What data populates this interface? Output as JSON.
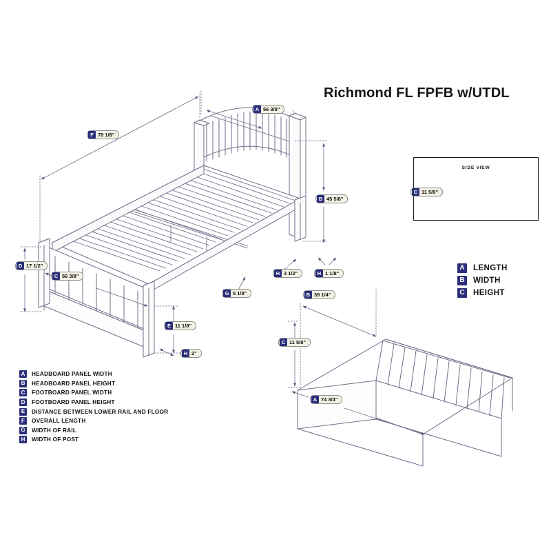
{
  "page": {
    "title": "Richmond FL FPFB w/UTDL",
    "background": "#ffffff",
    "accent": "#2b2f7a",
    "pill_bg": "#f3f1e4",
    "line_color": "#6b6f8a"
  },
  "side_view": {
    "label": "SIDE VIEW",
    "dimension": {
      "key": "C",
      "value": "11 5/8\""
    }
  },
  "main_bed_dimensions": [
    {
      "key": "F",
      "value": "78 1/8\"",
      "name": "overall-length"
    },
    {
      "key": "A",
      "value": "56 3/8\"",
      "name": "headboard-panel-width"
    },
    {
      "key": "B",
      "value": "45 5/8\"",
      "name": "headboard-panel-height"
    },
    {
      "key": "D",
      "value": "17 1/2\"",
      "name": "footboard-panel-height"
    },
    {
      "key": "C",
      "value": "56 3/8\"",
      "name": "footboard-panel-width"
    },
    {
      "key": "E",
      "value": "11 1/8\"",
      "name": "distance-lower-rail-floor"
    },
    {
      "key": "H",
      "value": "2\"",
      "name": "width-of-post-front"
    },
    {
      "key": "G",
      "value": "5 1/8\"",
      "name": "width-of-rail"
    },
    {
      "key": "H",
      "value": "3 1/2\"",
      "name": "width-of-post-rear"
    },
    {
      "key": "H",
      "value": "1 1/8\"",
      "name": "width-of-post-side"
    }
  ],
  "trundle_dimensions": [
    {
      "key": "B",
      "value": "39 1/4\"",
      "name": "trundle-width"
    },
    {
      "key": "C",
      "value": "11 5/8\"",
      "name": "trundle-height"
    },
    {
      "key": "A",
      "value": "74 3/4\"",
      "name": "trundle-length"
    }
  ],
  "legend": {
    "items": [
      {
        "key": "A",
        "label": "HEADBOARD PANEL WIDTH"
      },
      {
        "key": "B",
        "label": "HEADBOARD PANEL HEIGHT"
      },
      {
        "key": "C",
        "label": "FOOTBOARD PANEL WIDTH"
      },
      {
        "key": "D",
        "label": "FOOTBOARD PANEL HEIGHT"
      },
      {
        "key": "E",
        "label": "DISTANCE BETWEEN LOWER RAIL AND FLOOR"
      },
      {
        "key": "F",
        "label": "OVERALL LENGTH"
      },
      {
        "key": "G",
        "label": "WIDTH OF RAIL"
      },
      {
        "key": "H",
        "label": "WIDTH OF POST"
      }
    ]
  },
  "abc_legend": {
    "items": [
      {
        "key": "A",
        "label": "LENGTH"
      },
      {
        "key": "B",
        "label": "WIDTH"
      },
      {
        "key": "C",
        "label": "HEIGHT"
      }
    ]
  }
}
